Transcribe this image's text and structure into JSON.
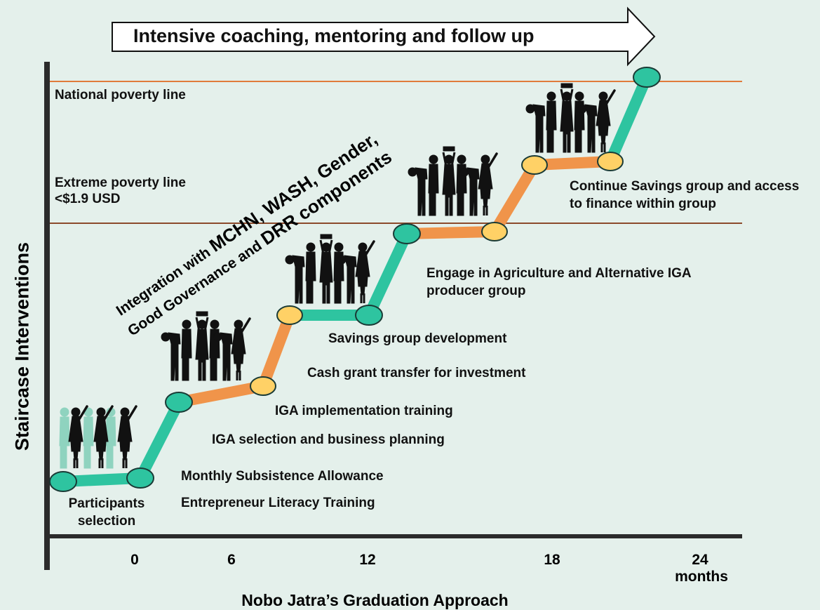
{
  "banner": {
    "text": "Intensive coaching, mentoring and follow up"
  },
  "axes": {
    "y_title": "Staircase Interventions",
    "x_title": "Nobo Jatra’s Graduation Approach",
    "x_ticks": [
      "0",
      "6",
      "12",
      "18",
      "24"
    ],
    "x_unit": "months"
  },
  "lines": {
    "national": "National poverty line",
    "extreme_1": "Extreme poverty line",
    "extreme_2": "<$1.9 USD"
  },
  "integration": {
    "line1_pre": "Integration with ",
    "line1_big": "MCHN, WASH, Gender,",
    "line2_pre": "Good Governance and ",
    "line2_big": "DRR components"
  },
  "steps": {
    "participants_1": "Participants",
    "participants_2": "selection",
    "allowance": "Monthly Subsistence Allowance",
    "literacy": "Entrepreneur Literacy Training",
    "iga_selection": "IGA selection and business planning",
    "iga_implementation": "IGA implementation training",
    "cash_grant": "Cash grant transfer for investment",
    "savings_dev": "Savings group development",
    "engage_1": "Engage in Agriculture and Alternative IGA",
    "engage_2": "producer group",
    "continue_1": "Continue Savings group and access",
    "continue_2": "to finance within group"
  },
  "colors": {
    "background": "#e4f0eb",
    "teal": "#2ec4a0",
    "orange": "#f0944a",
    "node_yellow": "#ffd166",
    "poverty_line": "#e07b3a",
    "extreme_line": "#8b4a2b",
    "figures": "#111111",
    "faded_figures": "#8fd3bf"
  },
  "icons": [
    "arrow-banner-icon",
    "people-group-icon"
  ]
}
